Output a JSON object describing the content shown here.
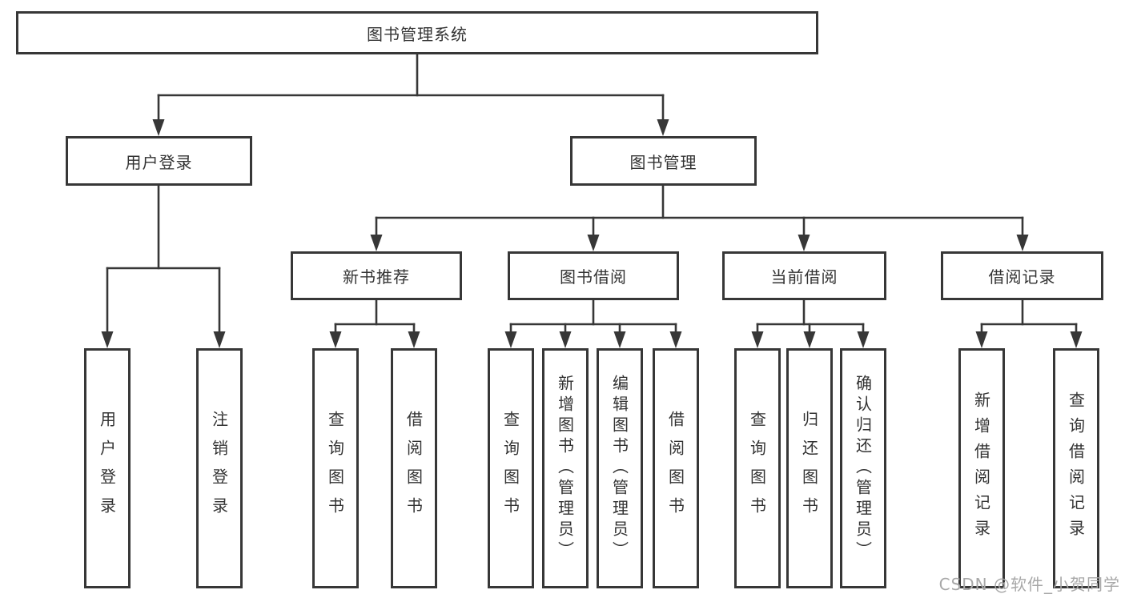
{
  "title": "图书管理系统",
  "watermark": "CSDN @软件_小贺同学",
  "colors": {
    "line": "#373737",
    "text": "#333333",
    "watermark": "#a8a8a8",
    "background": "#ffffff"
  },
  "tree": {
    "label": "图书管理系统",
    "children": [
      {
        "label": "用户登录",
        "children": [
          {
            "label": "用户登录"
          },
          {
            "label": "注销登录"
          }
        ]
      },
      {
        "label": "图书管理",
        "children": [
          {
            "label": "新书推荐",
            "children": [
              {
                "label": "查询图书"
              },
              {
                "label": "借阅图书"
              }
            ]
          },
          {
            "label": "图书借阅",
            "children": [
              {
                "label": "查询图书"
              },
              {
                "label": "新增图书（管理员）"
              },
              {
                "label": "编辑图书（管理员）"
              },
              {
                "label": "借阅图书"
              }
            ]
          },
          {
            "label": "当前借阅",
            "children": [
              {
                "label": "查询图书"
              },
              {
                "label": "归还图书"
              },
              {
                "label": "确认归还（管理员）"
              }
            ]
          },
          {
            "label": "借阅记录",
            "children": [
              {
                "label": "新增借阅记录"
              },
              {
                "label": "查询借阅记录"
              }
            ]
          }
        ]
      }
    ]
  }
}
